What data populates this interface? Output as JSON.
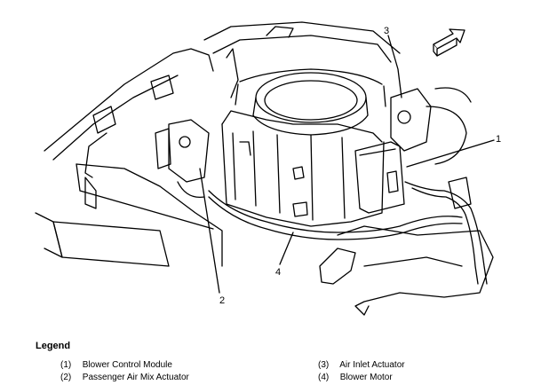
{
  "callouts": {
    "c1": "1",
    "c2": "2",
    "c3": "3",
    "c4": "4"
  },
  "legend": {
    "title": "Legend",
    "items": [
      {
        "num": "(1)",
        "label": "Blower Control Module"
      },
      {
        "num": "(2)",
        "label": "Passenger Air Mix Actuator"
      },
      {
        "num": "(3)",
        "label": "Air Inlet Actuator"
      },
      {
        "num": "(4)",
        "label": "Blower Motor"
      }
    ]
  },
  "icons": {
    "direction_arrow": "forward-arrow-icon"
  }
}
